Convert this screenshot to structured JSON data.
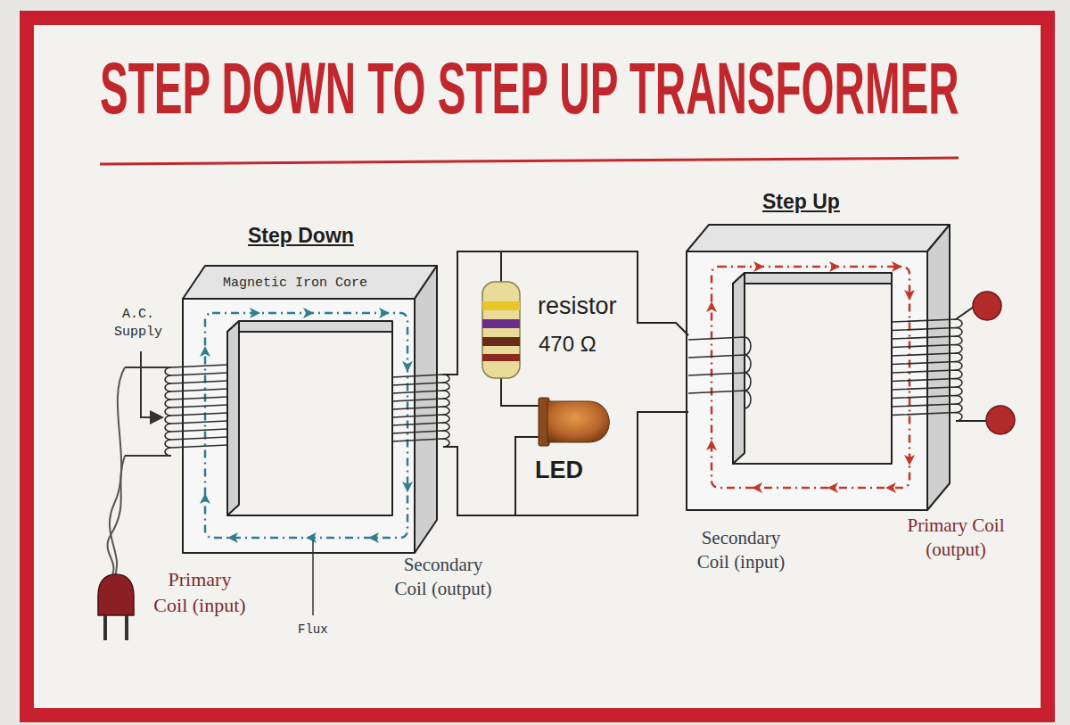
{
  "diagram": {
    "title": "STEP DOWN TO STEP UP TRANSFORMER",
    "labels": [
      "Step Down",
      "Magnetic Iron Core",
      "A.C. Supply",
      "Primary Coil (input)",
      "Flux",
      "Secondary Coil (output)",
      "resistor",
      "470 Ω",
      "LED",
      "Step Up",
      "Secondary Coil (input)",
      "Primary Coil (output)"
    ]
  }
}
